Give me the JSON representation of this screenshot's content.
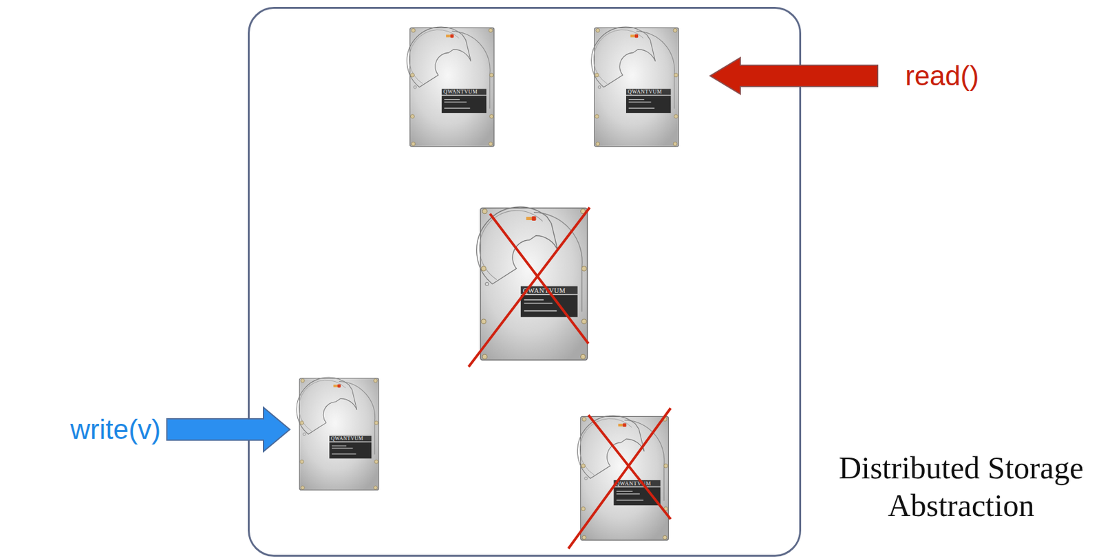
{
  "diagram": {
    "nodes": [
      {
        "text": [
          "Distributed Storage Abstraction"
        ]
      },
      {
        "text": [
          "QWANTVUM"
        ],
        "in": 0
      },
      {
        "text": [
          "QWANTVUM"
        ],
        "in": 0
      },
      {
        "text": [
          "QWANTVUM"
        ],
        "in": 0
      },
      {
        "text": [
          "QWANTVUM"
        ],
        "in": 0
      },
      {
        "text": [
          "QWANTVUM"
        ],
        "in": 0
      }
    ],
    "labels": [
      "write(v)",
      "read()"
    ]
  }
}
